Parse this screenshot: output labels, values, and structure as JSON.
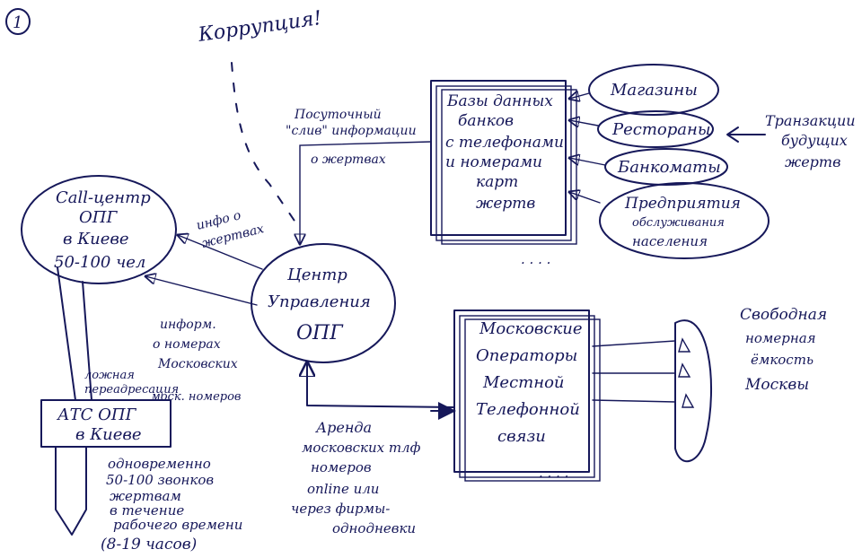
{
  "page_number": "1",
  "corruption_label": "Коррупция!",
  "call_center": {
    "lines": [
      "Call-центр",
      "ОПГ",
      "в Киеве",
      "50-100 чел"
    ]
  },
  "control_center": {
    "lines": [
      "Центр",
      "Управления",
      "ОПГ"
    ]
  },
  "pbx": {
    "lines": [
      "АТС ОПГ",
      "в Киеве"
    ]
  },
  "bank_db": {
    "lines": [
      "Базы данных",
      "банков",
      "с телефонами",
      "и номерами",
      "карт",
      "жертв"
    ]
  },
  "sources": [
    {
      "label": "Магазины"
    },
    {
      "label": "Рестораны"
    },
    {
      "label": "Банкоматы"
    },
    {
      "label_lines": [
        "Предприятия",
        "обслуживания",
        "населения"
      ]
    }
  ],
  "transactions_note": {
    "lines": [
      "Транзакции",
      "будущих",
      "жертв"
    ]
  },
  "operators": {
    "lines": [
      "Московские",
      "Операторы",
      "Местной",
      "Телефонной",
      "связи"
    ]
  },
  "free_numbers_note": {
    "lines": [
      "Свободная",
      "номерная",
      "ёмкость",
      "Москвы"
    ]
  },
  "annotations": {
    "data_leak": [
      "Посуточный",
      "\"слив\" информации",
      "о жертвах"
    ],
    "info_victims": [
      "инфо о",
      "жертвах"
    ],
    "info_numbers": [
      "информ.",
      "о номерах",
      "Московских"
    ],
    "false_redirect": [
      "ложная",
      "переадресация",
      "моск. номеров"
    ],
    "rent_numbers": [
      "Аренда",
      "московских тлф",
      "номеров",
      "online или",
      "через фирмы-",
      "однодневки"
    ],
    "simultaneous_calls": [
      "одновременно",
      "50-100 звонков",
      "жертвам",
      "в течение",
      "рабочего времени",
      "(8-19 часов)"
    ]
  },
  "colors": {
    "ink": "#16185a",
    "accent": "#2b3c8f",
    "background": "#ffffff"
  }
}
